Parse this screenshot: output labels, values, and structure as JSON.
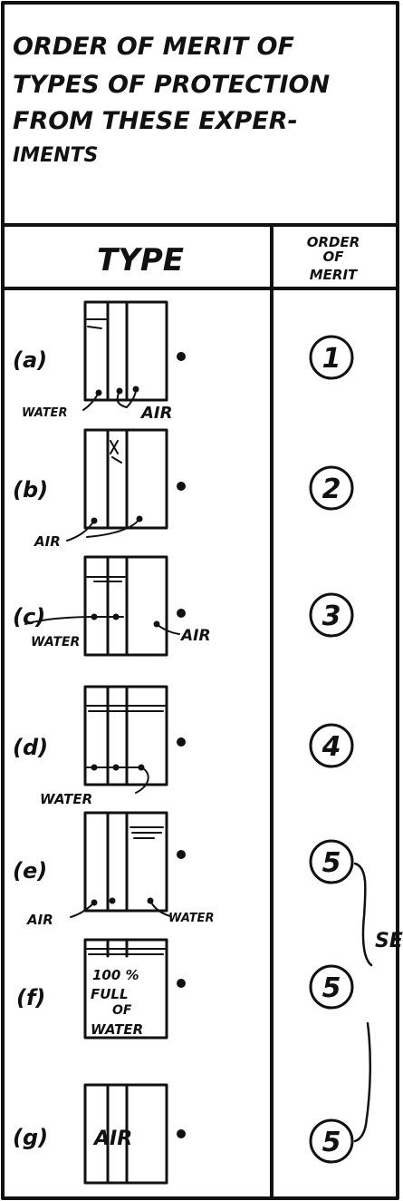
{
  "title_lines": [
    "ORDER OF MERIT OF",
    "TYPES OF PROTECTION",
    "FROM THESE EXPER-",
    "IMENTS"
  ],
  "headers": {
    "type": "TYPE",
    "merit_lines": [
      "ORDER",
      "OF",
      "MERIT"
    ]
  },
  "rows": [
    {
      "letter": "(a)",
      "rank": "1",
      "inner_text": [],
      "labels": [
        "WATER",
        "AIR"
      ]
    },
    {
      "letter": "(b)",
      "rank": "2",
      "inner_text": [],
      "labels": [
        "AIR"
      ]
    },
    {
      "letter": "(c)",
      "rank": "3",
      "inner_text": [],
      "labels": [
        "WATER",
        "AIR"
      ]
    },
    {
      "letter": "(d)",
      "rank": "4",
      "inner_text": [],
      "labels": [
        "WATER"
      ]
    },
    {
      "letter": "(e)",
      "rank": "5",
      "inner_text": [],
      "labels": [
        "AIR",
        "WATER"
      ]
    },
    {
      "letter": "(f)",
      "rank": "5",
      "inner_text": [
        "100 %",
        "FULL",
        "OF",
        "WATER"
      ],
      "labels": []
    },
    {
      "letter": "(g)",
      "rank": "5",
      "inner_text": [
        "AIR"
      ],
      "labels": []
    }
  ],
  "bracket_note": "SE"
}
